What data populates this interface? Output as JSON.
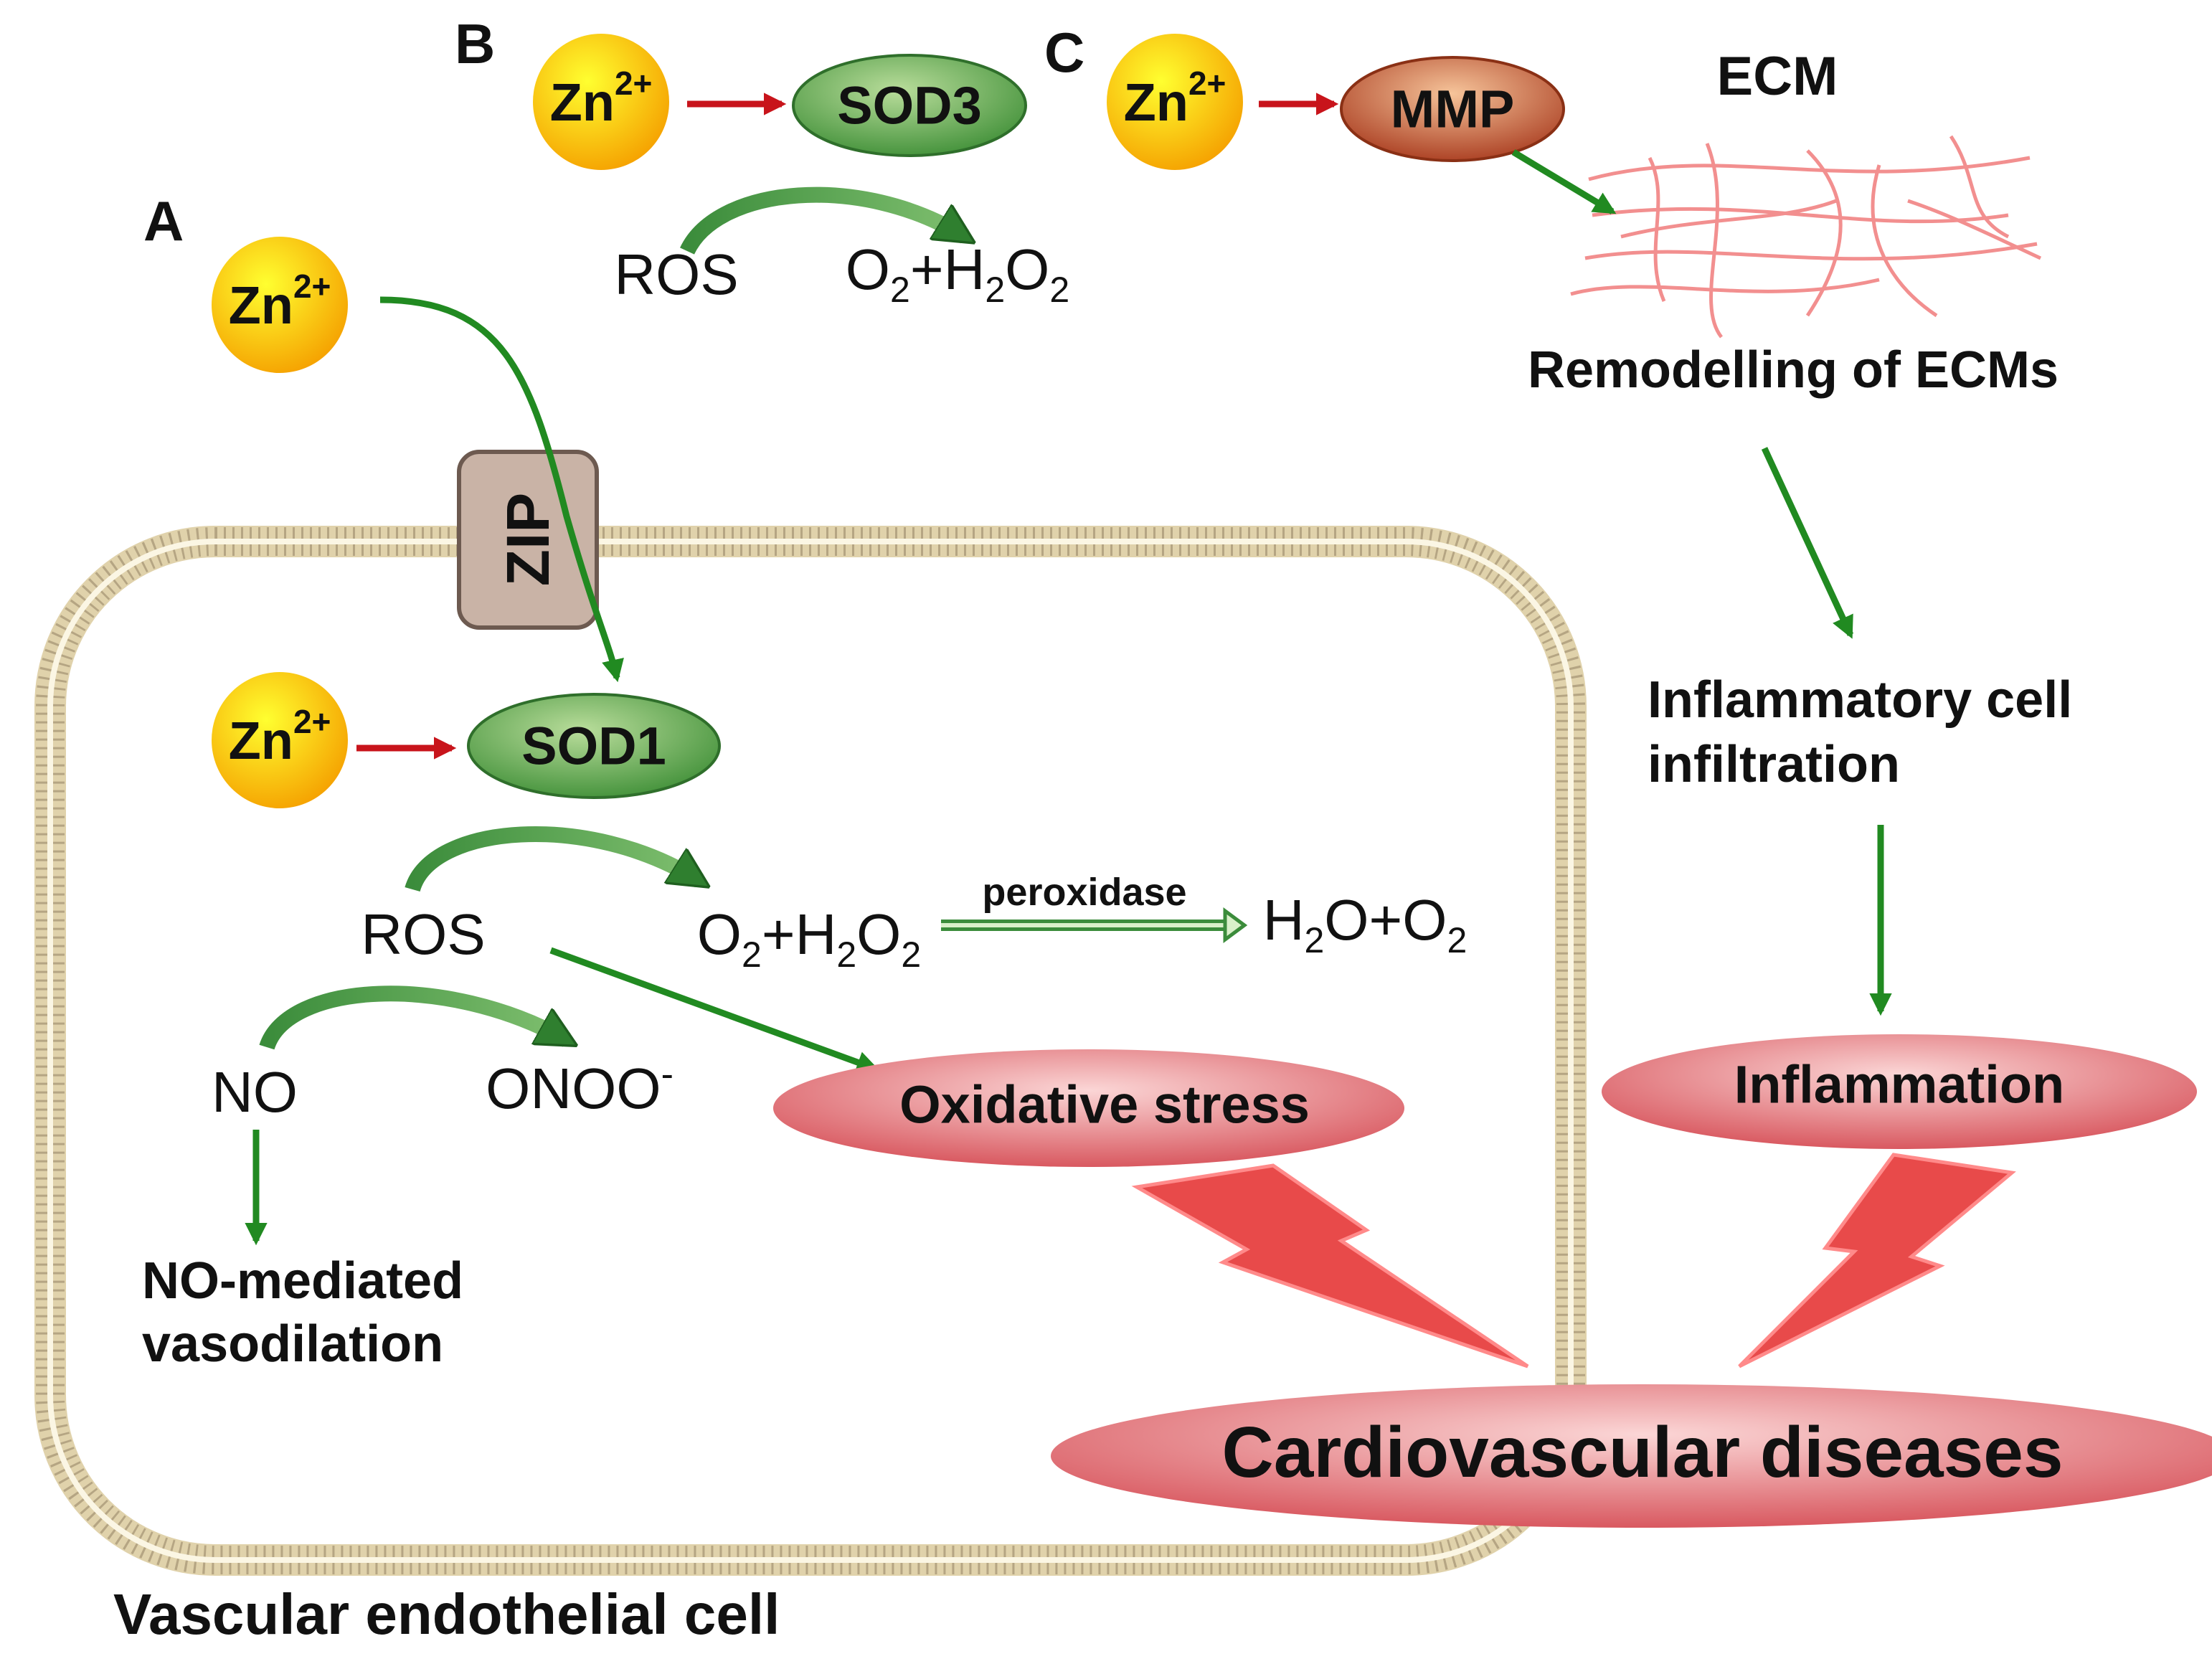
{
  "panels": {
    "a": "A",
    "b": "B",
    "c": "C"
  },
  "ion": {
    "base": "Zn",
    "charge": "2+"
  },
  "enzymes": {
    "sod3": "SOD3",
    "sod1": "SOD1",
    "mmp": "MMP"
  },
  "transporter": "ZIP",
  "ros_label": "ROS",
  "products": {
    "o2_h2o2": [
      {
        "t": "O"
      },
      {
        "t": "2",
        "sub": true
      },
      {
        "t": "+H"
      },
      {
        "t": "2",
        "sub": true
      },
      {
        "t": "O"
      },
      {
        "t": "2",
        "sub": true
      }
    ],
    "h2o_o2": [
      {
        "t": "H"
      },
      {
        "t": "2",
        "sub": true
      },
      {
        "t": "O+O"
      },
      {
        "t": "2",
        "sub": true
      }
    ]
  },
  "peroxidase_label": "peroxidase",
  "no_label": "NO",
  "onoo": {
    "base": "ONOO",
    "charge": "-"
  },
  "no_vasodilation": [
    "NO-mediated",
    "vasodilation"
  ],
  "ecm_label": "ECM",
  "remodelling_label": "Remodelling of ECMs",
  "infiltration_label": [
    "Inflammatory cell",
    "infiltration"
  ],
  "oxidative_stress_label": "Oxidative stress",
  "inflammation_label": "Inflammation",
  "cvd_label": "Cardiovascular diseases",
  "cell_label": "Vascular endothelial cell",
  "colors": {
    "zinc_light": "#ffff30",
    "zinc_dark": "#f5a000",
    "enzyme_green_light": "#b9dd9b",
    "enzyme_green_dark": "#3f8f37",
    "mmp_light": "#f6c49a",
    "mmp_dark": "#a83a1e",
    "arrow_green": "#218a21",
    "arrow_red": "#c8141b",
    "ecm_fiber": "#f28f8f",
    "disease_light": "#fbd6d6",
    "disease_dark": "#d64f57",
    "bolt": "#e84a4a",
    "membrane": "#e0d2ab",
    "zip_fill": "#c9b3a6"
  }
}
